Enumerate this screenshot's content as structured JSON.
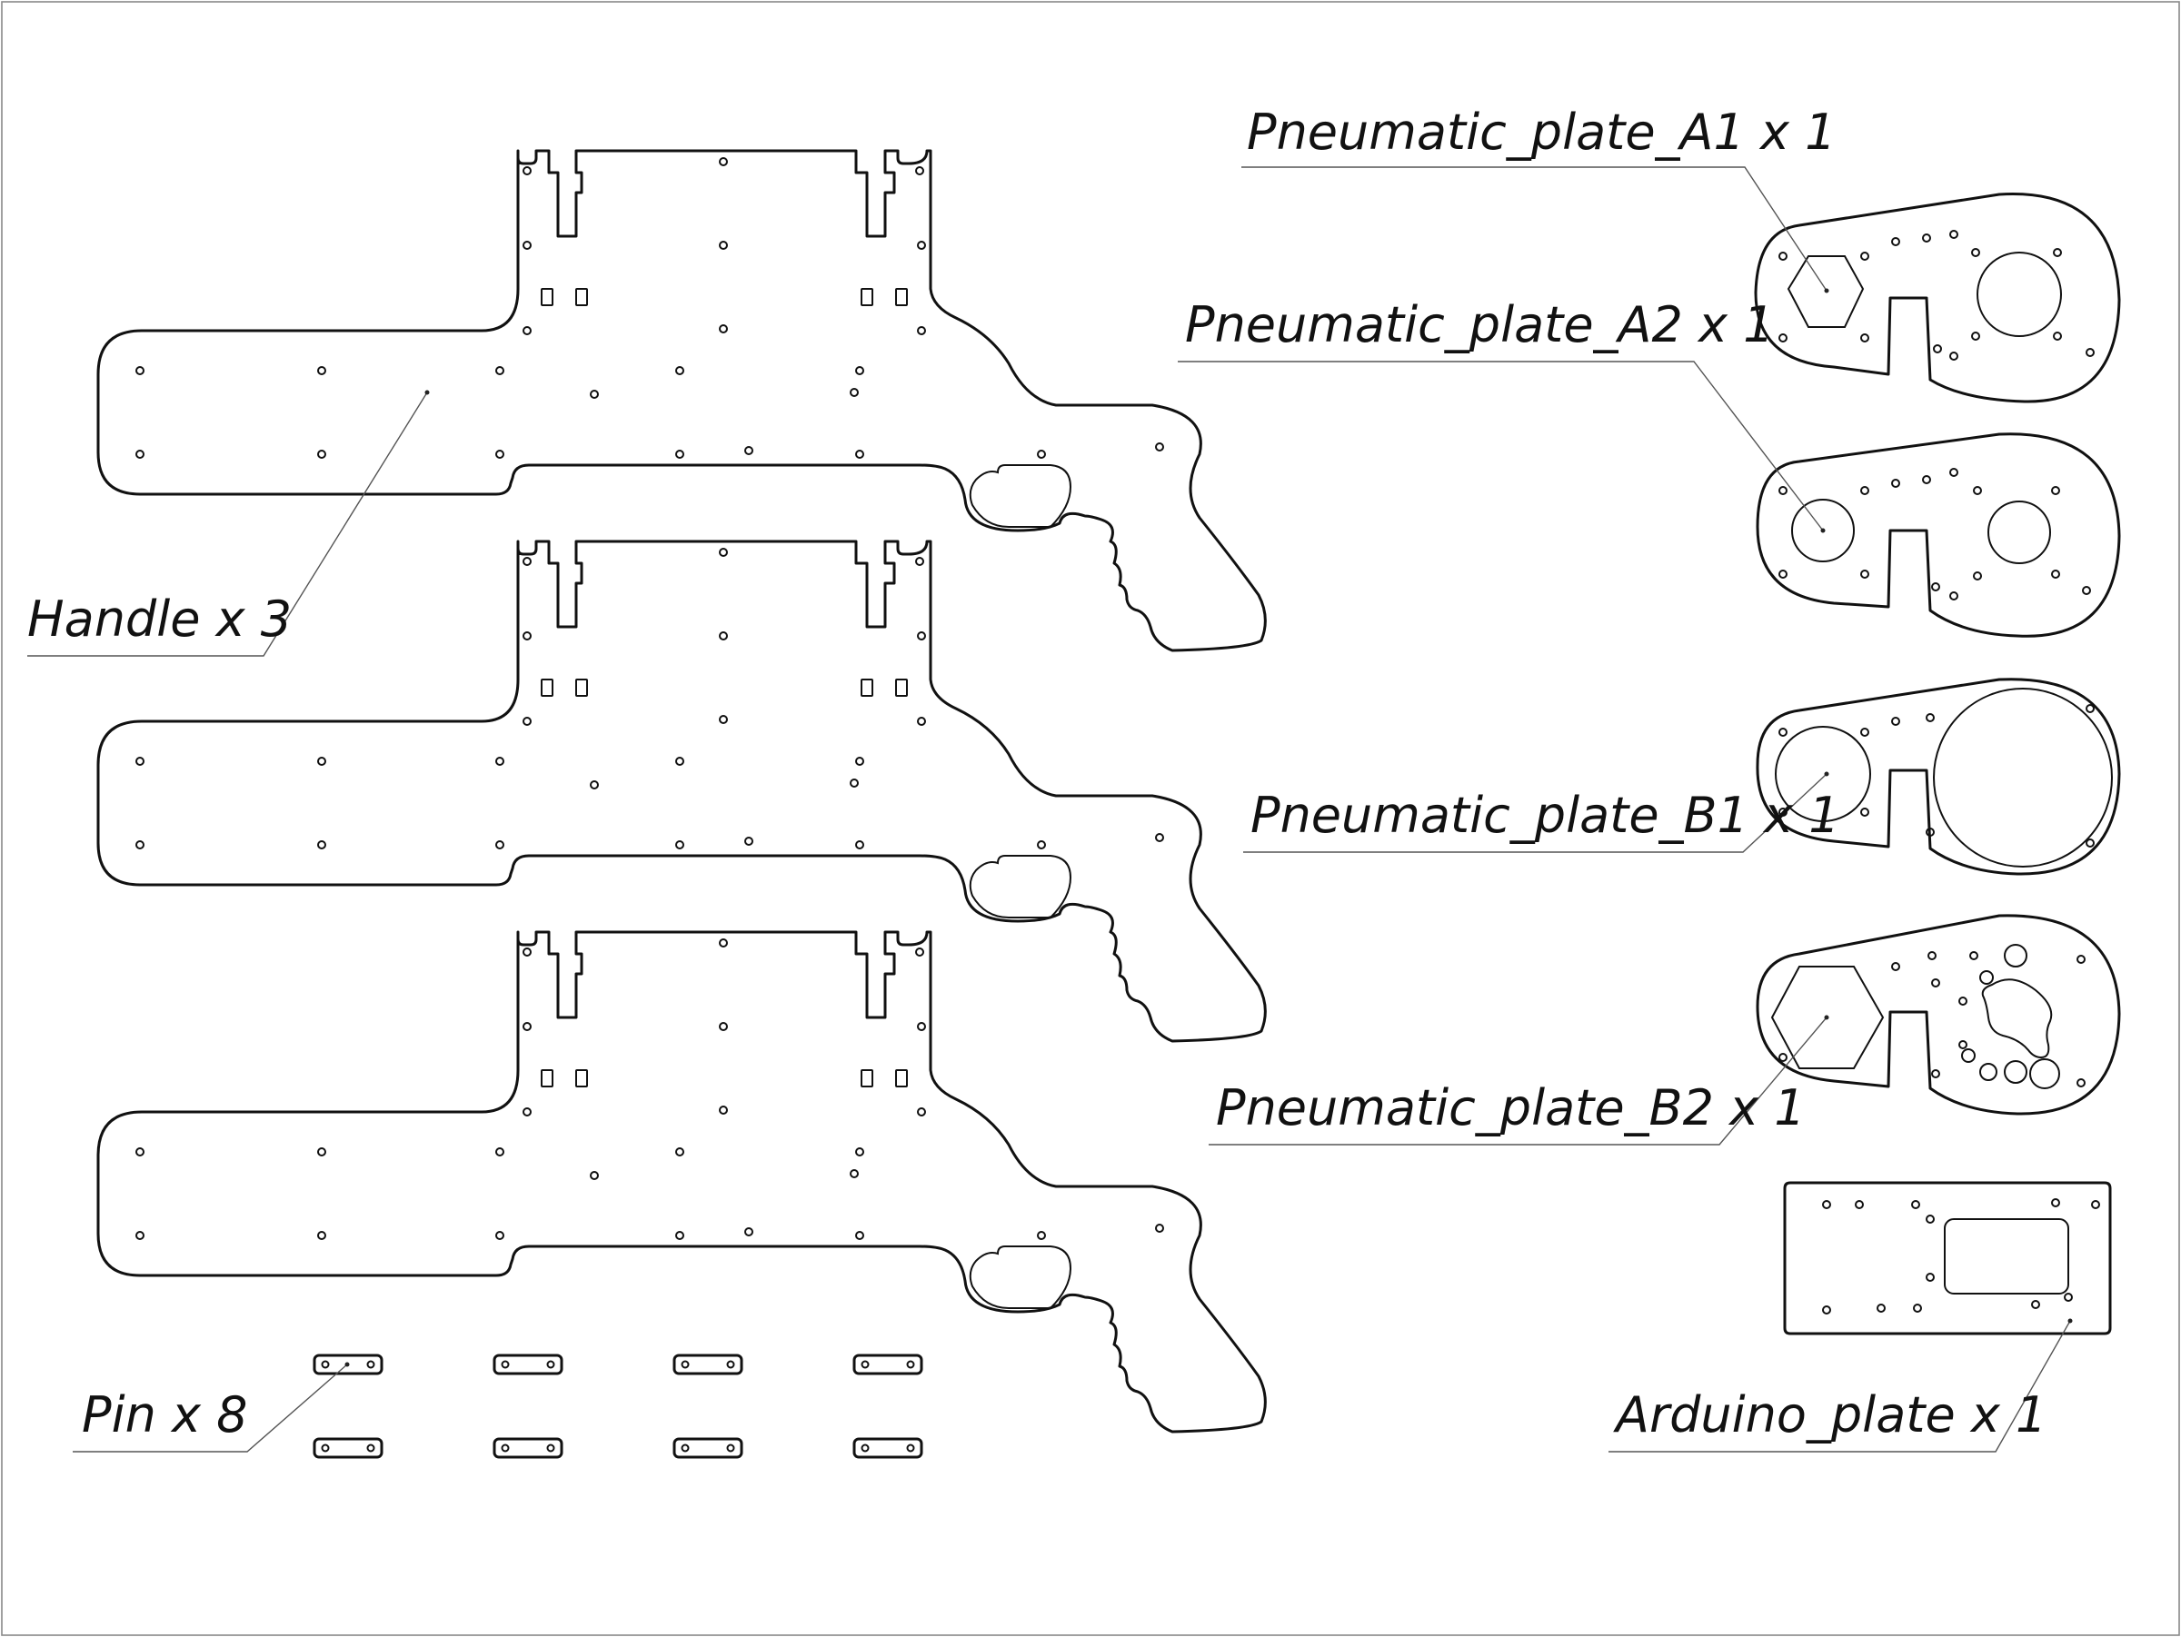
{
  "drawing": {
    "colors": {
      "line": "#111111",
      "leader": "#555555",
      "background": "#ffffff",
      "frame": "#888888"
    },
    "labels": {
      "handle": "Handle x 3",
      "pin": "Pin x 8",
      "pneumatic_a1": "Pneumatic_plate_A1 x 1",
      "pneumatic_a2": "Pneumatic_plate_A2 x 1",
      "pneumatic_b1": "Pneumatic_plate_B1 x 1",
      "pneumatic_b2": "Pneumatic_plate_B2 x 1",
      "arduino": "Arduino_plate x 1"
    },
    "parts": [
      {
        "id": "handle",
        "quantity": 3
      },
      {
        "id": "pin",
        "quantity": 8
      },
      {
        "id": "pneumatic_a1",
        "quantity": 1
      },
      {
        "id": "pneumatic_a2",
        "quantity": 1
      },
      {
        "id": "pneumatic_b1",
        "quantity": 1
      },
      {
        "id": "pneumatic_b2",
        "quantity": 1
      },
      {
        "id": "arduino",
        "quantity": 1
      }
    ]
  }
}
